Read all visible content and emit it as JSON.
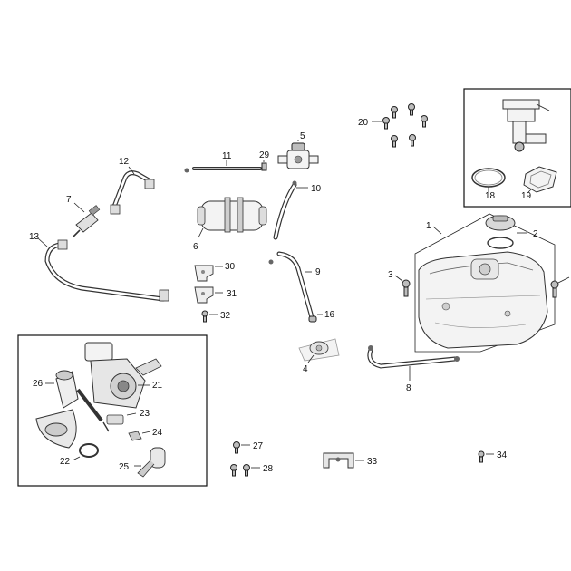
{
  "labels": {
    "l1": "1",
    "l2": "2",
    "l3": "3",
    "l4": "4",
    "l5": "5",
    "l6": "6",
    "l7": "7",
    "l8": "8",
    "l9": "9",
    "l10": "10",
    "l11": "11",
    "l12": "12",
    "l13": "13",
    "l16": "16",
    "l18": "18",
    "l19": "19",
    "l20": "20",
    "l21": "21",
    "l22": "22",
    "l23": "23",
    "l24": "24",
    "l25": "25",
    "l26": "26",
    "l27": "27",
    "l28": "28",
    "l29": "29",
    "l30": "30",
    "l31": "31",
    "l32": "32",
    "l33": "33",
    "l34": "34"
  }
}
